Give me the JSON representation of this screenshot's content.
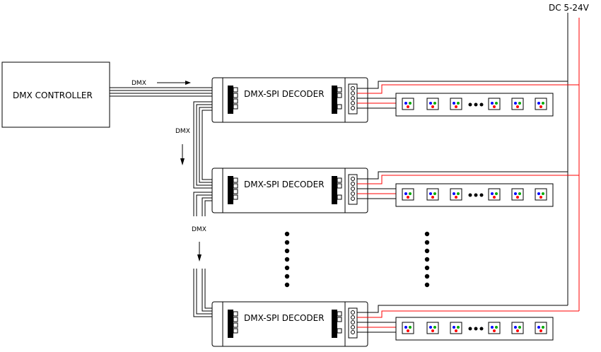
{
  "power_label": "DC 5-24V",
  "controller": {
    "label": "DMX CONTROLLER"
  },
  "dmx_labels": [
    "DMX",
    "DMX",
    "DMX"
  ],
  "decoders": [
    {
      "label": "DMX-SPI DECODER"
    },
    {
      "label": "DMX-SPI DECODER"
    },
    {
      "label": "DMX-SPI DECODER"
    }
  ],
  "colors": {
    "line": "#000000",
    "power_positive": "#ff0000"
  }
}
